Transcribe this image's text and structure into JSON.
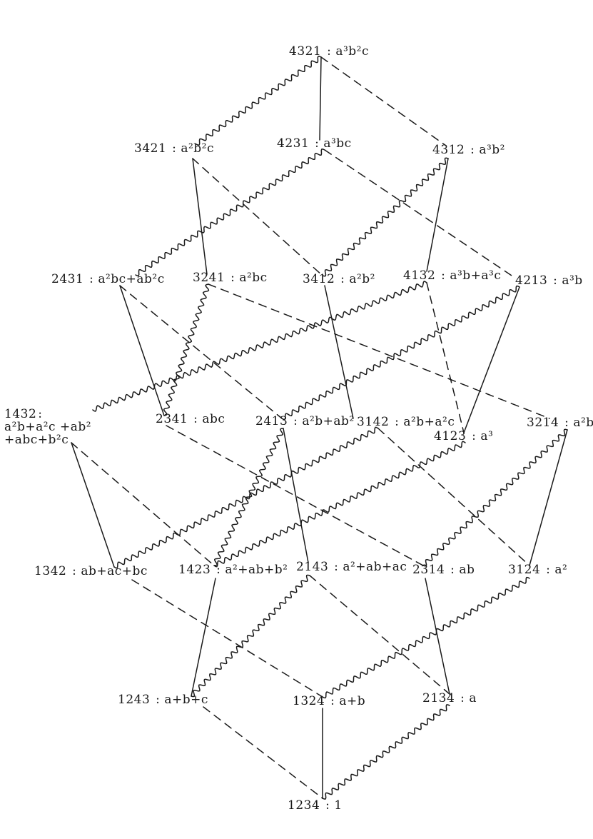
{
  "nodes": [
    {
      "id": "4321",
      "perm": "4321",
      "poly": "a³b²c"
    },
    {
      "id": "3421",
      "perm": "3421",
      "poly": "a²b²c"
    },
    {
      "id": "4231",
      "perm": "4231",
      "poly": "a³bc"
    },
    {
      "id": "4312",
      "perm": "4312",
      "poly": "a³b²"
    },
    {
      "id": "2431",
      "perm": "2431",
      "poly": "a²bc+ab²c"
    },
    {
      "id": "3241",
      "perm": "3241",
      "poly": "a²bc"
    },
    {
      "id": "3412",
      "perm": "3412",
      "poly": "a²b²"
    },
    {
      "id": "4132",
      "perm": "4132",
      "poly": "a³b+a³c"
    },
    {
      "id": "4213",
      "perm": "4213",
      "poly": "a³b"
    },
    {
      "id": "1432",
      "perm": "1432",
      "poly": "a²b+a²c +ab²\n+abc+b²c"
    },
    {
      "id": "2341",
      "perm": "2341",
      "poly": "abc"
    },
    {
      "id": "2413",
      "perm": "2413",
      "poly": "a²b+ab²"
    },
    {
      "id": "3142",
      "perm": "3142",
      "poly": "a²b+a²c"
    },
    {
      "id": "4123",
      "perm": "4123",
      "poly": "a³"
    },
    {
      "id": "3214",
      "perm": "3214",
      "poly": "a²b"
    },
    {
      "id": "1342",
      "perm": "1342",
      "poly": "ab+ac+bc"
    },
    {
      "id": "1423",
      "perm": "1423",
      "poly": "a²+ab+b²"
    },
    {
      "id": "2143",
      "perm": "2143",
      "poly": "a²+ab+ac"
    },
    {
      "id": "2314",
      "perm": "2314",
      "poly": "ab"
    },
    {
      "id": "3124",
      "perm": "3124",
      "poly": "a²"
    },
    {
      "id": "1243",
      "perm": "1243",
      "poly": "a+b+c"
    },
    {
      "id": "1324",
      "perm": "1324",
      "poly": "a+b"
    },
    {
      "id": "2134",
      "perm": "2134",
      "poly": "a"
    },
    {
      "id": "1234",
      "perm": "1234",
      "poly": "1"
    }
  ],
  "edges": [
    {
      "from": "4321",
      "to": "3421",
      "style": "wavy"
    },
    {
      "from": "4321",
      "to": "4231",
      "style": "solid"
    },
    {
      "from": "4321",
      "to": "4312",
      "style": "dashed"
    },
    {
      "from": "3421",
      "to": "3241",
      "style": "solid"
    },
    {
      "from": "3421",
      "to": "3412",
      "style": "dashed"
    },
    {
      "from": "4231",
      "to": "2431",
      "style": "wavy"
    },
    {
      "from": "4231",
      "to": "4213",
      "style": "dashed"
    },
    {
      "from": "4312",
      "to": "3412",
      "style": "wavy"
    },
    {
      "from": "4312",
      "to": "4132",
      "style": "solid"
    },
    {
      "from": "2431",
      "to": "2341",
      "style": "solid"
    },
    {
      "from": "2431",
      "to": "2413",
      "style": "dashed"
    },
    {
      "from": "3241",
      "to": "2341",
      "style": "wavy"
    },
    {
      "from": "3241",
      "to": "3214",
      "style": "dashed"
    },
    {
      "from": "3412",
      "to": "3142",
      "style": "solid"
    },
    {
      "from": "4132",
      "to": "1432",
      "style": "wavy"
    },
    {
      "from": "4132",
      "to": "4123",
      "style": "dashed"
    },
    {
      "from": "4213",
      "to": "2413",
      "style": "wavy"
    },
    {
      "from": "4213",
      "to": "4123",
      "style": "solid"
    },
    {
      "from": "1432",
      "to": "1342",
      "style": "solid"
    },
    {
      "from": "1432",
      "to": "1423",
      "style": "dashed"
    },
    {
      "from": "2341",
      "to": "2314",
      "style": "dashed"
    },
    {
      "from": "2413",
      "to": "2143",
      "style": "solid"
    },
    {
      "from": "2413",
      "to": "1423",
      "style": "wavy"
    },
    {
      "from": "3142",
      "to": "1342",
      "style": "wavy"
    },
    {
      "from": "3142",
      "to": "3124",
      "style": "dashed"
    },
    {
      "from": "4123",
      "to": "1423",
      "style": "wavy"
    },
    {
      "from": "3214",
      "to": "2314",
      "style": "wavy"
    },
    {
      "from": "3214",
      "to": "3124",
      "style": "solid"
    },
    {
      "from": "1342",
      "to": "1324",
      "style": "dashed"
    },
    {
      "from": "1423",
      "to": "1243",
      "style": "solid"
    },
    {
      "from": "2143",
      "to": "1243",
      "style": "wavy"
    },
    {
      "from": "2143",
      "to": "2134",
      "style": "dashed"
    },
    {
      "from": "2314",
      "to": "2134",
      "style": "solid"
    },
    {
      "from": "3124",
      "to": "1324",
      "style": "wavy"
    },
    {
      "from": "1243",
      "to": "1234",
      "style": "dashed"
    },
    {
      "from": "1324",
      "to": "1234",
      "style": "solid"
    },
    {
      "from": "2134",
      "to": "1234",
      "style": "wavy"
    }
  ],
  "colors": {
    "ink": "#1a1a1a"
  }
}
